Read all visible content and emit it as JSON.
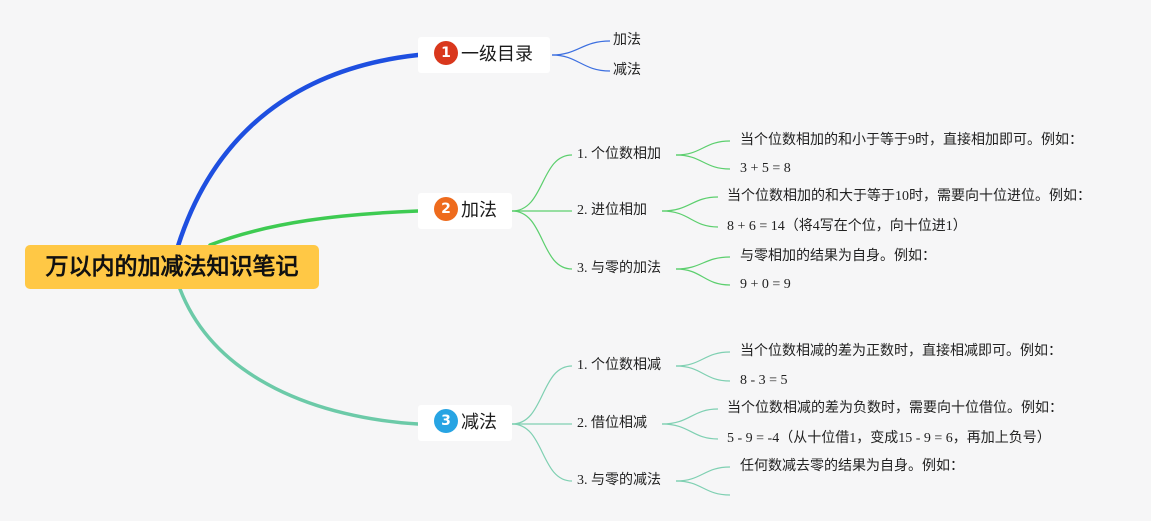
{
  "colors": {
    "background": "#f6f6f7",
    "root_fill": "#ffc845",
    "branch_1": "#1e4fe0",
    "branch_2": "#3ecb52",
    "branch_3": "#6ccaa8",
    "badge_1": "#d9371c",
    "badge_2": "#ee6b1d",
    "badge_3": "#27a4e3"
  },
  "root": {
    "title": "万以内的加减法知识笔记"
  },
  "topics": [
    {
      "number": "1",
      "label": "一级目录",
      "children": [
        {
          "label": "加法"
        },
        {
          "label": "减法"
        }
      ]
    },
    {
      "number": "2",
      "label": "加法",
      "children": [
        {
          "label": "1. 个位数相加",
          "notes": [
            "当个位数相加的和小于等于9时，直接相加即可。例如：",
            "3 + 5 = 8"
          ]
        },
        {
          "label": "2. 进位相加",
          "notes": [
            "当个位数相加的和大于等于10时，需要向十位进位。例如：",
            "8 + 6 = 14（将4写在个位，向十位进1）"
          ]
        },
        {
          "label": "3. 与零的加法",
          "notes": [
            "与零相加的结果为自身。例如：",
            "9 + 0 = 9"
          ]
        }
      ]
    },
    {
      "number": "3",
      "label": "减法",
      "children": [
        {
          "label": "1. 个位数相减",
          "notes": [
            "当个位数相减的差为正数时，直接相减即可。例如：",
            "8 - 3 = 5"
          ]
        },
        {
          "label": "2. 借位相减",
          "notes": [
            "当个位数相减的差为负数时，需要向十位借位。例如：",
            "5 - 9 = -4（从十位借1，变成15 - 9 = 6，再加上负号）"
          ]
        },
        {
          "label": "3. 与零的减法",
          "notes": [
            "任何数减去零的结果为自身。例如：",
            ""
          ]
        }
      ]
    }
  ]
}
